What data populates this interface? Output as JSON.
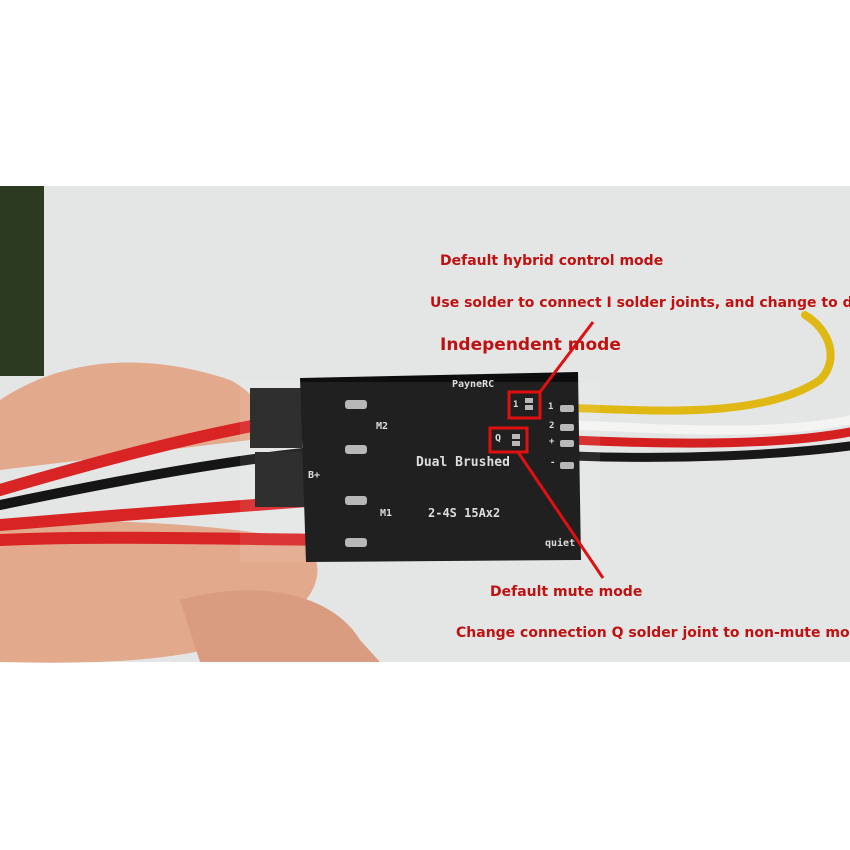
{
  "board": {
    "brand": "PayneRC",
    "model": "Dual Brushed",
    "spec": "2-4S 15Ax2",
    "mute_label": "quiet",
    "motor_labels": [
      "M2",
      "M1"
    ],
    "power_label": "B+",
    "pad_labels": [
      "1",
      "Q"
    ],
    "pin_labels": [
      "1",
      "2",
      "+",
      "-"
    ]
  },
  "annotations": {
    "hybrid": "Default hybrid control mode",
    "solder_i": "Use solder to connect I solder joints, and change to dual",
    "independent": "Independent mode",
    "mute": "Default mute mode",
    "solder_q": "Change connection Q solder joint to non-mute mode"
  },
  "colors": {
    "annotation": "#c01010",
    "highlight": "#e01010"
  }
}
